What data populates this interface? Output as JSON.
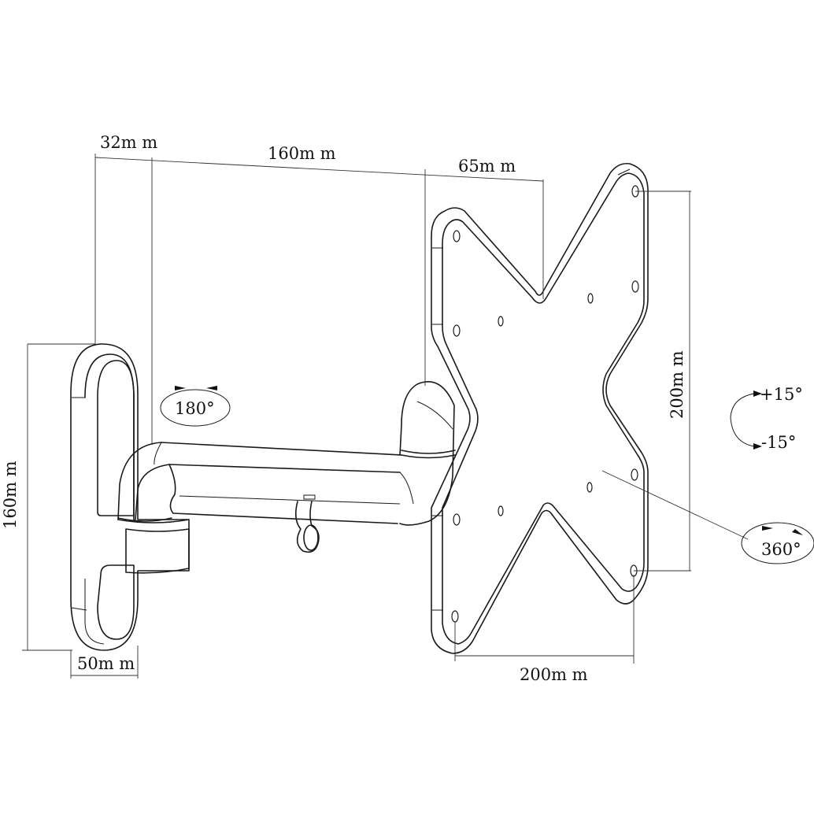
{
  "diagram": {
    "subject": "TV wall mount bracket with articulating arm",
    "colors": {
      "line": "#1a1a1a",
      "background": "#ffffff"
    },
    "dimensions": {
      "top_offset": "32m m",
      "arm_length": "160m m",
      "plate_offset": "65m m",
      "wall_plate_height": "160m m",
      "wall_plate_width": "50m m",
      "vesa_vertical": "200m m",
      "vesa_horizontal": "200m m"
    },
    "rotations": {
      "arm_swivel": "180°",
      "tilt_up": "+15°",
      "tilt_down": "-15°",
      "plate_rotation": "360°"
    },
    "parts": [
      "wall-plate",
      "articulating-arm",
      "cable-clip",
      "vesa-plate"
    ]
  }
}
